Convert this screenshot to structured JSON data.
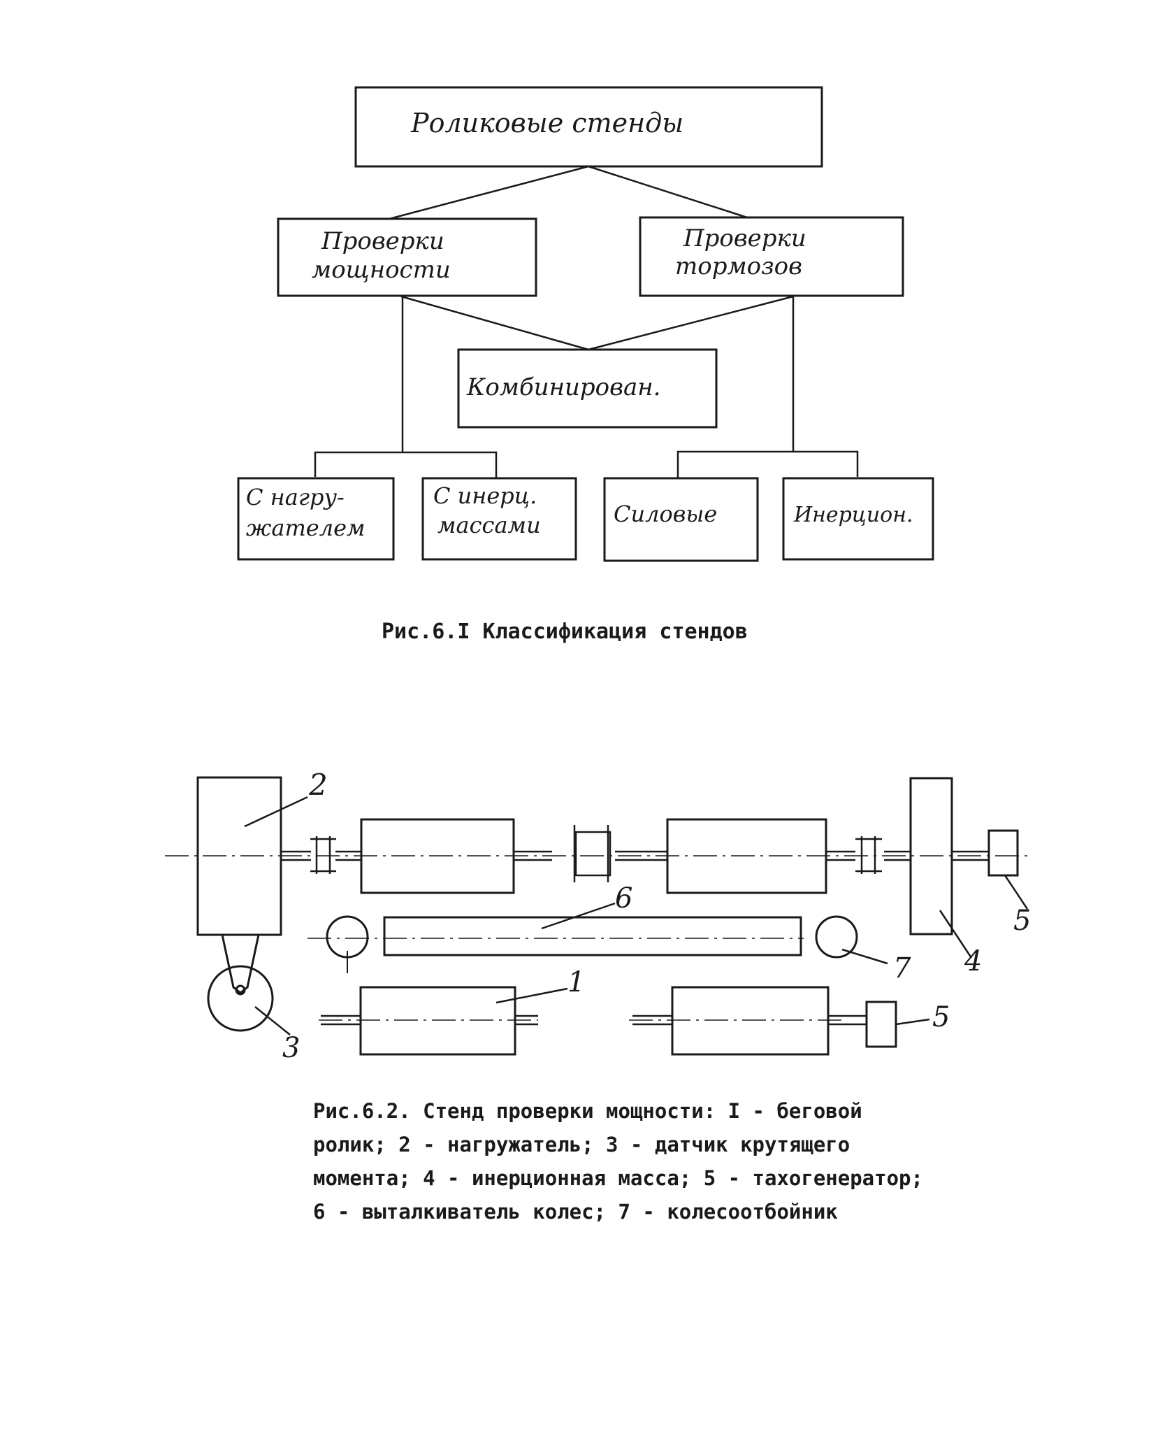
{
  "figure1": {
    "root": "Роликовые стенды",
    "power_check": [
      "Проверки",
      "мощности"
    ],
    "brake_check": [
      "Проверки",
      "тормозов"
    ],
    "combined": "Комбинирован.",
    "loader": [
      "С нагру-",
      "жателем"
    ],
    "inertia_masses": [
      "С инерц.",
      "массами"
    ],
    "force": "Силовые",
    "inertial": "Инерцион.",
    "caption": "Рис.6.I Классификация стендов"
  },
  "figure2": {
    "labels": [
      "2",
      "6",
      "5",
      "7",
      "4",
      "1",
      "5",
      "3"
    ],
    "caption": "Рис.6.2. Стенд проверки мощности: I - беговой ролик; 2 - нагружатель; 3 - датчик крутящего момента; 4 - инерционная масса; 5 - тахогенератор; 6 - выталкиватель колес; 7 - колесоотбойник"
  }
}
